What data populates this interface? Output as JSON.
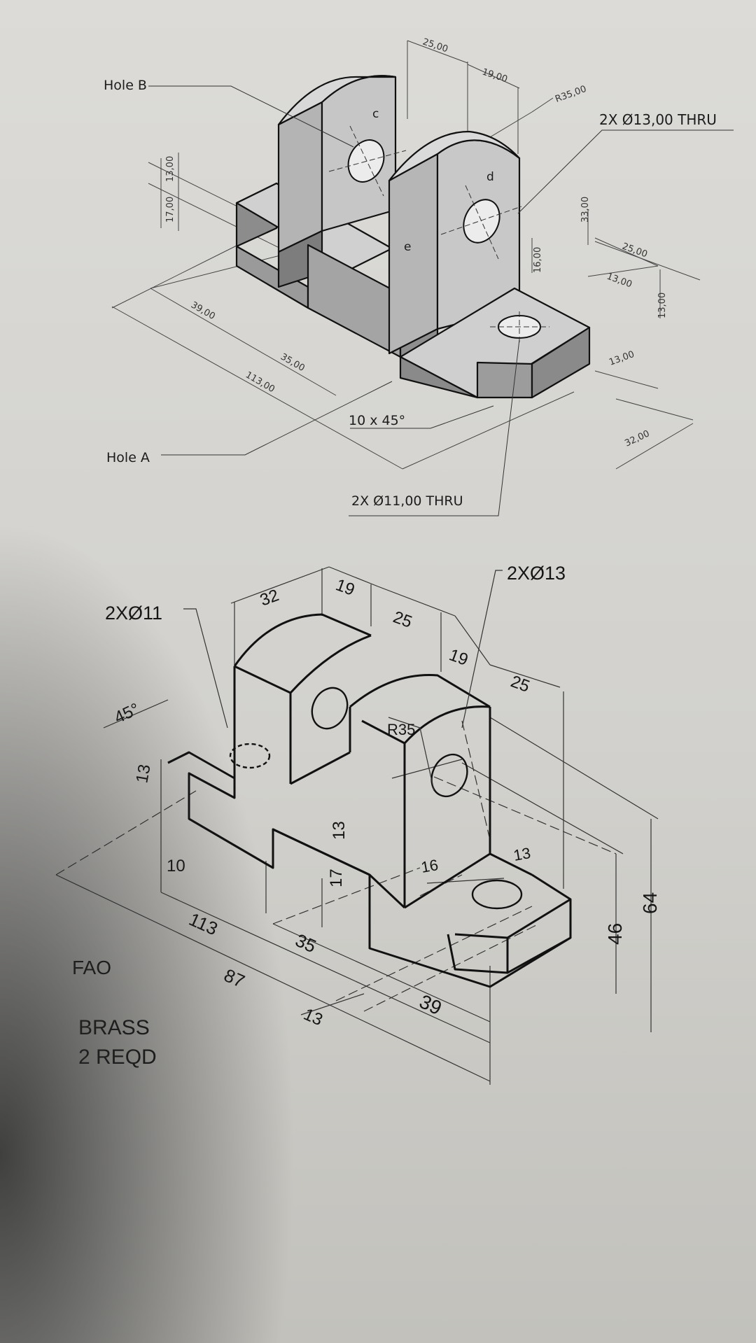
{
  "top_drawing": {
    "labels": {
      "hole_b": "Hole B",
      "hole_a": "Hole A",
      "face_c": "c",
      "face_d": "d",
      "face_e": "e",
      "thru_13": "2X Ø13,00 THRU",
      "thru_11": "2X Ø11,00 THRU",
      "chamfer": "10 x 45°"
    },
    "dimensions": {
      "d25_top": "25,00",
      "d19_top": "19,00",
      "r35": "R35,00",
      "d17": "17,00",
      "d13_left": "13,00",
      "d33": "33,00",
      "d16": "16,00",
      "d25_right": "25,00",
      "d13_right_a": "13,00",
      "d13_right_b": "13,00",
      "d13_right_c": "13,00",
      "d39": "39,00",
      "d35": "35,00",
      "d113": "113,00",
      "d32": "32,00"
    }
  },
  "bottom_drawing": {
    "labels": {
      "hole_11": "2XØ11",
      "hole_13": "2XØ13",
      "r35": "R35",
      "note_fao": "FAO",
      "material": "BRASS",
      "quantity": "2 REQD"
    },
    "dimensions": {
      "d32": "32",
      "d19_a": "19",
      "d25_a": "25",
      "d19_b": "19",
      "d25_b": "25",
      "d45": "45°",
      "d13_a": "13",
      "d10": "10",
      "d13_b": "13",
      "d17": "17",
      "d16": "16",
      "d13_c": "13",
      "d113": "113",
      "d35": "35",
      "d87": "87",
      "d13_d": "13",
      "d39": "39",
      "d46": "46",
      "d64": "64"
    }
  }
}
